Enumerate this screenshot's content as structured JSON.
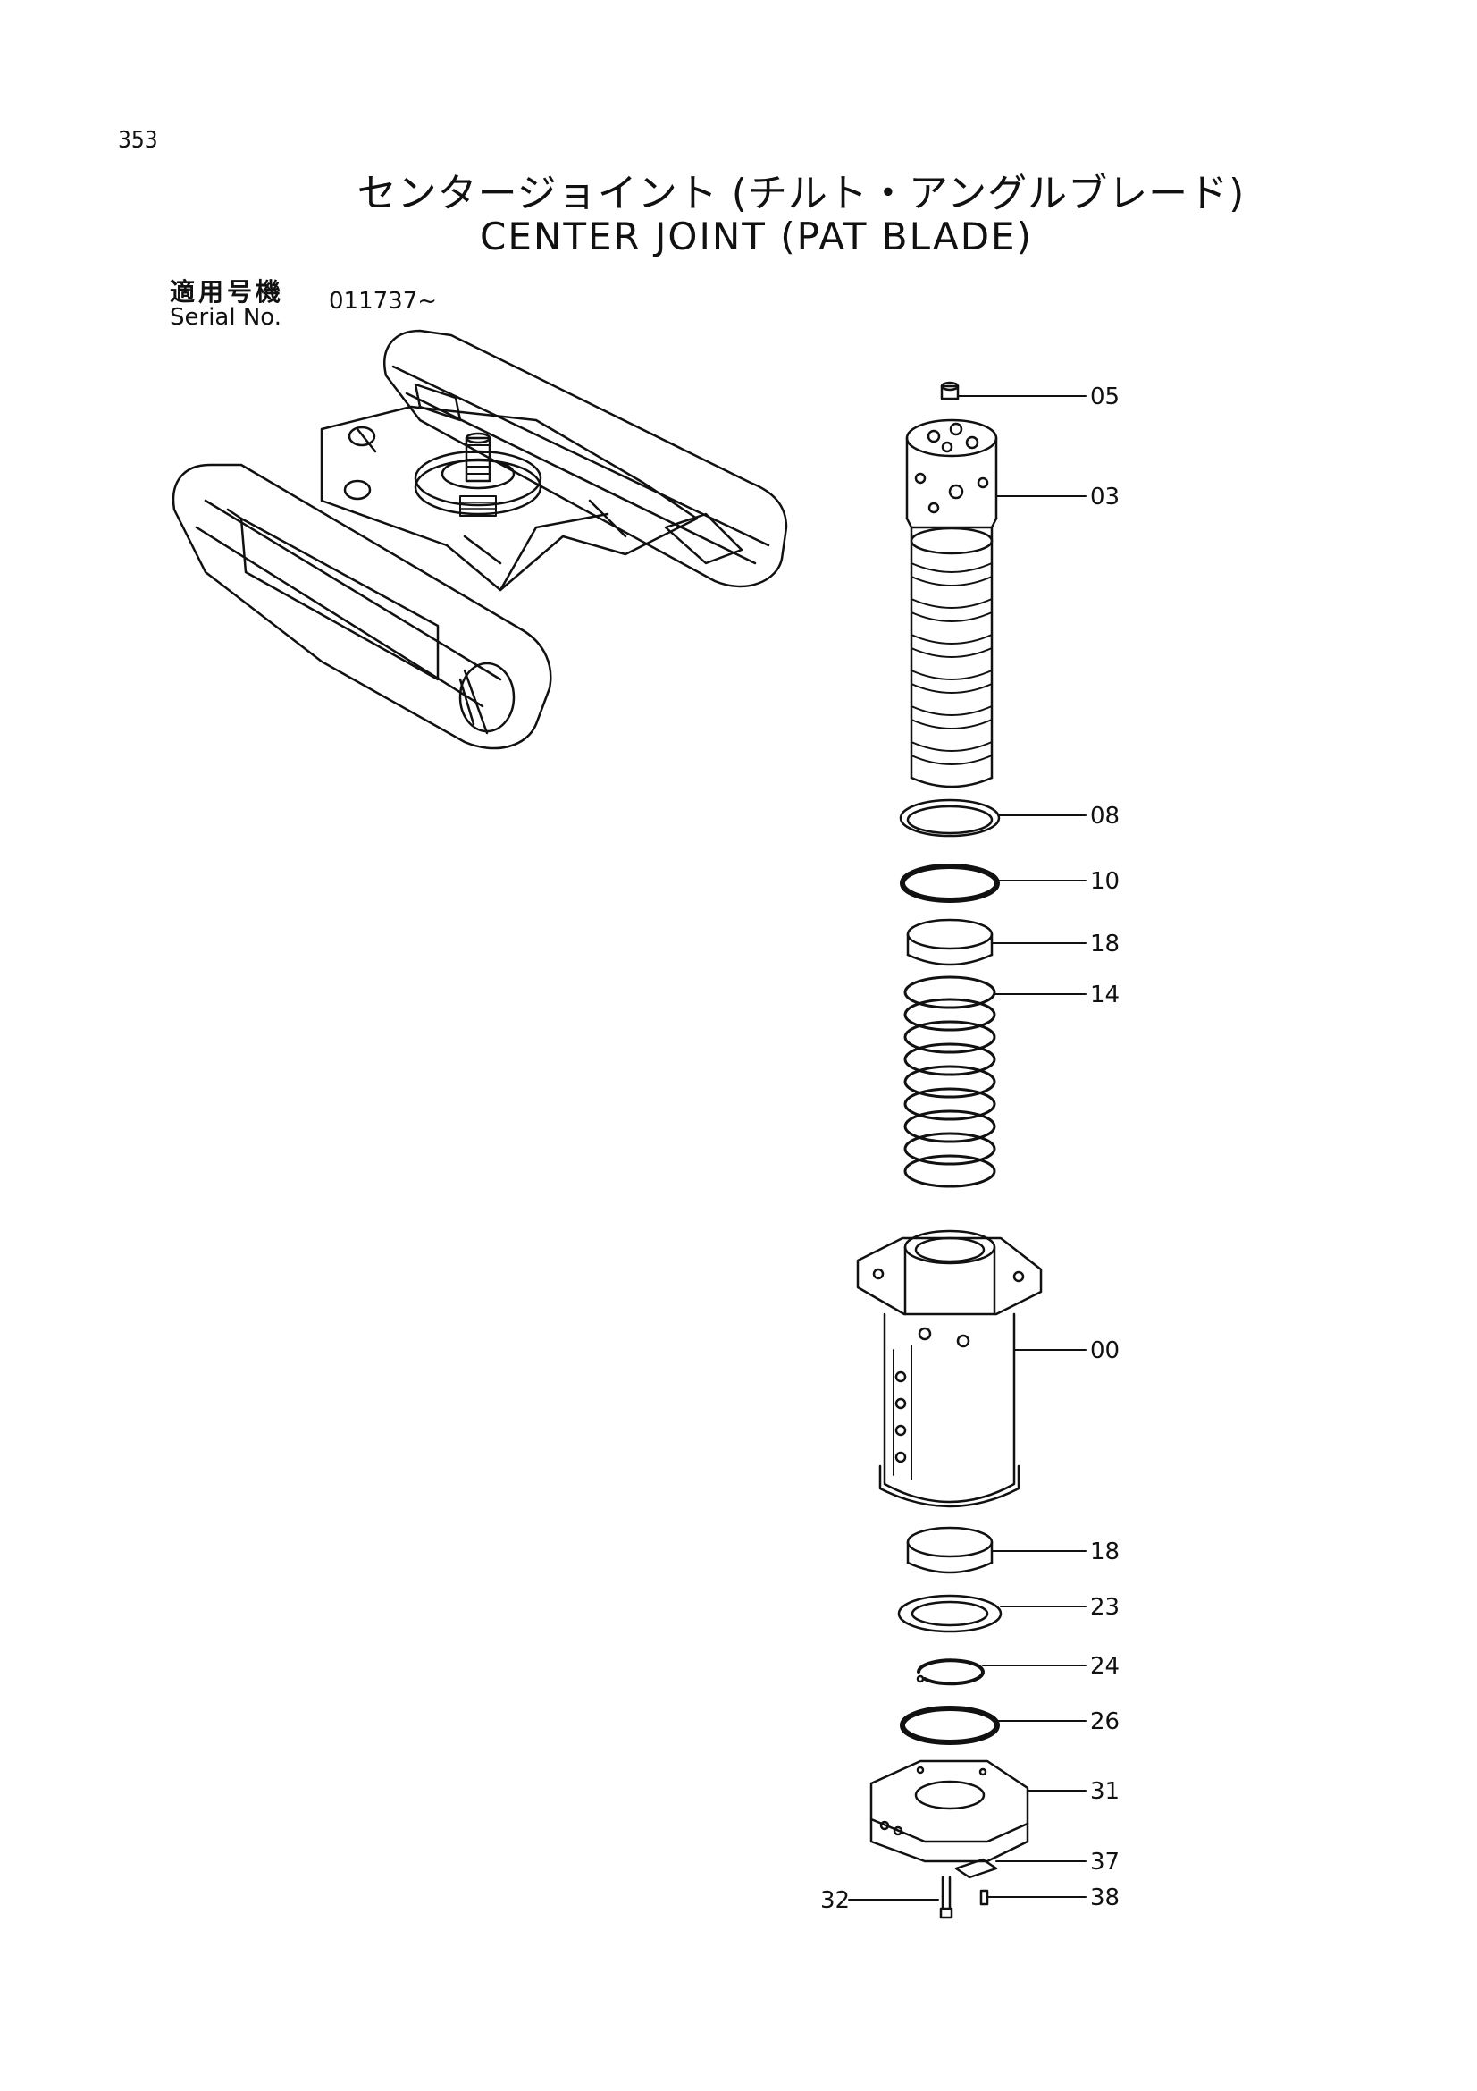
{
  "page_number": "353",
  "title_jp": "センタージョイント (チルト・アングルブレード)",
  "title_en": "CENTER JOINT (PAT BLADE)",
  "serial": {
    "label_jp": "適用号機",
    "label_en": "Serial No.",
    "value": "011737~"
  },
  "callouts": [
    "05",
    "03",
    "08",
    "10",
    "18",
    "14",
    "00",
    "18",
    "23",
    "24",
    "26",
    "31",
    "37",
    "32",
    "38"
  ]
}
